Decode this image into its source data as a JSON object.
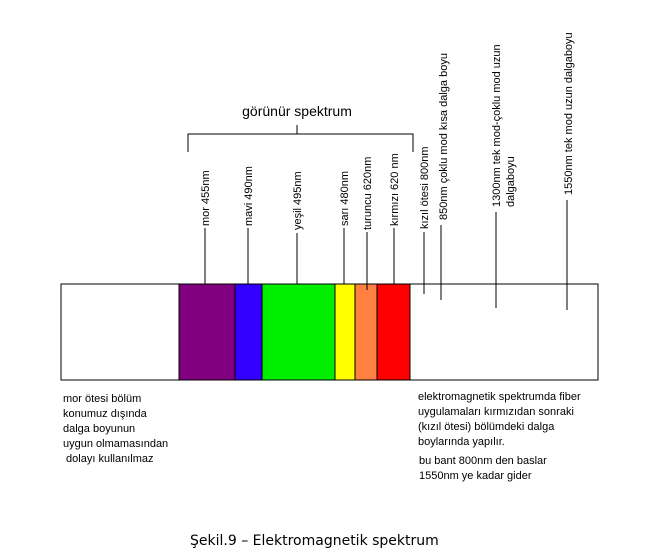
{
  "visible_heading": "görünür spektrum",
  "bands": [
    {
      "label": "mor 455nm",
      "color": "#800080"
    },
    {
      "label": "mavi 490nm",
      "color": "#3300ff"
    },
    {
      "label": "yeşil 495nm",
      "color": "#00ee00"
    },
    {
      "label": "sarı 480nm",
      "color": "#ffff00"
    },
    {
      "label": "turuncu 620nm",
      "color": "#ff8040"
    },
    {
      "label": "kırmızı 620 nm",
      "color": "#ff0000"
    }
  ],
  "infrared_markers": [
    {
      "label": "kızıl ötesi 800nm"
    },
    {
      "label": "850nm çoklu mod kısa dalga boyu"
    },
    {
      "label": "1300nm   tek mod-çoklu mod uzun dalgaboyu"
    },
    {
      "label": "1550nm   tek mod uzun dalgaboyu"
    }
  ],
  "notes": {
    "left": "mor ötesi bölüm\nkonumuz dışında\ndalga boyunun\nuygun olmamasından\n dolayı kullanılmaz",
    "right_1": "elektromagnetik spektrumda fiber\nuygulamaları kırmızıdan sonraki\n(kızıl ötesi) bölümdeki dalga\nboylarında yapılır.",
    "right_2": "bu bant 800nm den baslar\n1550nm ye kadar gider"
  },
  "caption": "Şekil.9 – Elektromagnetik spektrum"
}
